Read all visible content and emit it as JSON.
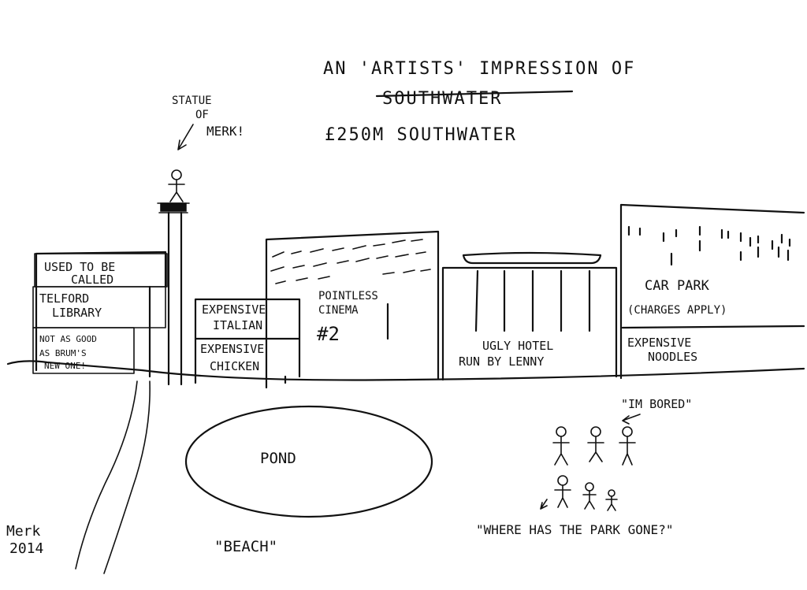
{
  "title": {
    "line1": "AN 'ARTISTS' IMPRESSION OF",
    "struck": "SOUTHWATER",
    "line3": "£250M SOUTHWATER"
  },
  "statue": {
    "line1": "STATUE",
    "line2": "OF",
    "line3": "MERK!"
  },
  "library": {
    "sign1": "USED TO BE",
    "sign2": "CALLED",
    "sign3": "TELFORD",
    "sign4": "LIBRARY",
    "sign5": "NOT AS GOOD",
    "sign6": "AS BRUM'S",
    "sign7": "NEW ONE!"
  },
  "italian": {
    "line1": "EXPENSIVE",
    "line2": "ITALIAN"
  },
  "chicken": {
    "line1": "EXPENSIVE",
    "line2": "CHICKEN"
  },
  "cinema": {
    "line1": "POINTLESS",
    "line2": "CINEMA",
    "line3": "#2"
  },
  "hotel": {
    "line1": "UGLY HOTEL",
    "line2": "RUN BY LENNY"
  },
  "carpark": {
    "line1": "CAR PARK",
    "line2": "(CHARGES APPLY)"
  },
  "noodles": {
    "line1": "EXPENSIVE",
    "line2": "NOODLES"
  },
  "pond": "POND",
  "beach": "\"BEACH\"",
  "bored": "\"IM BORED\"",
  "park_gone": "\"WHERE HAS THE PARK GONE?\"",
  "signature": {
    "name": "Merk",
    "year": "2014"
  }
}
